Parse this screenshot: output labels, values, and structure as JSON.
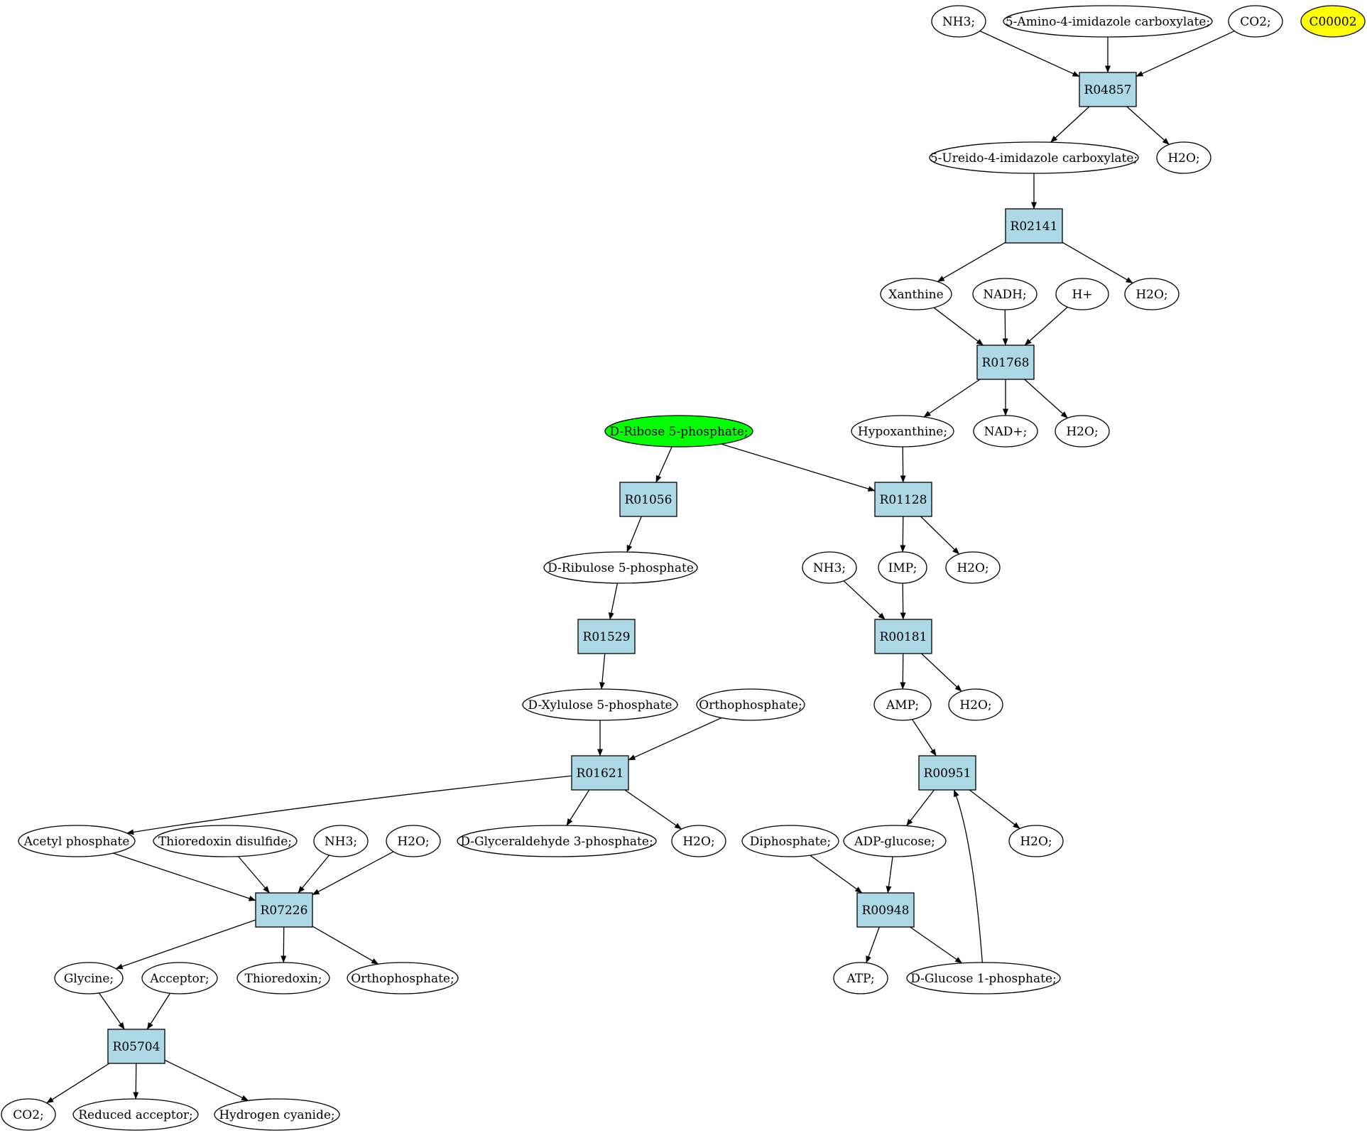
{
  "colors": {
    "reaction_fill": "#add8e6",
    "compound_fill": "#ffffff",
    "highlight_start": "#00ff00",
    "highlight_target": "#ffff00"
  },
  "reactions": [
    {
      "id": "R04857",
      "label": "R04857"
    },
    {
      "id": "R02141",
      "label": "R02141"
    },
    {
      "id": "R01768",
      "label": "R01768"
    },
    {
      "id": "R01128",
      "label": "R01128"
    },
    {
      "id": "R01056",
      "label": "R01056"
    },
    {
      "id": "R01529",
      "label": "R01529"
    },
    {
      "id": "R00181",
      "label": "R00181"
    },
    {
      "id": "R01621",
      "label": "R01621"
    },
    {
      "id": "R00951",
      "label": "R00951"
    },
    {
      "id": "R07226",
      "label": "R07226"
    },
    {
      "id": "R00948",
      "label": "R00948"
    },
    {
      "id": "R05704",
      "label": "R05704"
    }
  ],
  "compounds": [
    {
      "id": "c_nh3_a",
      "label": "NH3;"
    },
    {
      "id": "c_aic",
      "label": "5-Amino-4-imidazole carboxylate;"
    },
    {
      "id": "c_co2_a",
      "label": "CO2;"
    },
    {
      "id": "c_c00002",
      "label": "C00002",
      "fill": "#ffff00"
    },
    {
      "id": "c_uic",
      "label": "5-Ureido-4-imidazole carboxylate;"
    },
    {
      "id": "c_h2o_a",
      "label": "H2O;"
    },
    {
      "id": "c_xanthine",
      "label": "Xanthine"
    },
    {
      "id": "c_nadh",
      "label": "NADH;"
    },
    {
      "id": "c_hplus",
      "label": "H+"
    },
    {
      "id": "c_h2o_b",
      "label": "H2O;"
    },
    {
      "id": "c_hypox",
      "label": "Hypoxanthine;"
    },
    {
      "id": "c_nadp",
      "label": "NAD+;"
    },
    {
      "id": "c_h2o_c",
      "label": "H2O;"
    },
    {
      "id": "c_r5p",
      "label": "D-Ribose 5-phosphate;",
      "fill": "#00ff00"
    },
    {
      "id": "c_ru5p",
      "label": "D-Ribulose 5-phosphate"
    },
    {
      "id": "c_nh3_b",
      "label": "NH3;"
    },
    {
      "id": "c_imp",
      "label": "IMP;"
    },
    {
      "id": "c_h2o_d",
      "label": "H2O;"
    },
    {
      "id": "c_xu5p",
      "label": "D-Xylulose 5-phosphate"
    },
    {
      "id": "c_ortho_a",
      "label": "Orthophosphate;"
    },
    {
      "id": "c_amp",
      "label": "AMP;"
    },
    {
      "id": "c_h2o_e",
      "label": "H2O;"
    },
    {
      "id": "c_acetylp",
      "label": "Acetyl phosphate"
    },
    {
      "id": "c_thiodis",
      "label": "Thioredoxin disulfide;"
    },
    {
      "id": "c_nh3_c",
      "label": "NH3;"
    },
    {
      "id": "c_h2o_f",
      "label": "H2O;"
    },
    {
      "id": "c_g3p",
      "label": "D-Glyceraldehyde 3-phosphate;"
    },
    {
      "id": "c_h2o_g",
      "label": "H2O;"
    },
    {
      "id": "c_diphos",
      "label": "Diphosphate;"
    },
    {
      "id": "c_adpglc",
      "label": "ADP-glucose;"
    },
    {
      "id": "c_h2o_h",
      "label": "H2O;"
    },
    {
      "id": "c_glycine",
      "label": "Glycine;"
    },
    {
      "id": "c_acceptor",
      "label": "Acceptor;"
    },
    {
      "id": "c_thio",
      "label": "Thioredoxin;"
    },
    {
      "id": "c_ortho_b",
      "label": "Orthophosphate;"
    },
    {
      "id": "c_atp",
      "label": "ATP;"
    },
    {
      "id": "c_g1p",
      "label": "D-Glucose 1-phosphate;"
    },
    {
      "id": "c_co2_b",
      "label": "CO2;"
    },
    {
      "id": "c_redacc",
      "label": "Reduced acceptor;"
    },
    {
      "id": "c_hcn",
      "label": "Hydrogen cyanide;"
    }
  ],
  "edges": [
    [
      "c_nh3_a",
      "R04857"
    ],
    [
      "c_aic",
      "R04857"
    ],
    [
      "c_co2_a",
      "R04857"
    ],
    [
      "R04857",
      "c_uic"
    ],
    [
      "R04857",
      "c_h2o_a"
    ],
    [
      "c_uic",
      "R02141"
    ],
    [
      "R02141",
      "c_xanthine"
    ],
    [
      "R02141",
      "c_h2o_b"
    ],
    [
      "c_xanthine",
      "R01768"
    ],
    [
      "c_nadh",
      "R01768"
    ],
    [
      "c_hplus",
      "R01768"
    ],
    [
      "R01768",
      "c_hypox"
    ],
    [
      "R01768",
      "c_nadp"
    ],
    [
      "R01768",
      "c_h2o_c"
    ],
    [
      "c_hypox",
      "R01128"
    ],
    [
      "c_r5p",
      "R01128"
    ],
    [
      "c_r5p",
      "R01056"
    ],
    [
      "R01056",
      "c_ru5p"
    ],
    [
      "R01128",
      "c_imp"
    ],
    [
      "R01128",
      "c_h2o_d"
    ],
    [
      "c_ru5p",
      "R01529"
    ],
    [
      "c_nh3_b",
      "R00181"
    ],
    [
      "c_imp",
      "R00181"
    ],
    [
      "R01529",
      "c_xu5p"
    ],
    [
      "R00181",
      "c_amp"
    ],
    [
      "R00181",
      "c_h2o_e"
    ],
    [
      "c_xu5p",
      "R01621"
    ],
    [
      "c_ortho_a",
      "R01621"
    ],
    [
      "c_amp",
      "R00951"
    ],
    [
      "c_g1p",
      "R00951"
    ],
    [
      "R01621",
      "c_acetylp"
    ],
    [
      "R01621",
      "c_g3p"
    ],
    [
      "R01621",
      "c_h2o_g"
    ],
    [
      "R00951",
      "c_adpglc"
    ],
    [
      "R00951",
      "c_h2o_h"
    ],
    [
      "c_acetylp",
      "R07226"
    ],
    [
      "c_thiodis",
      "R07226"
    ],
    [
      "c_nh3_c",
      "R07226"
    ],
    [
      "c_h2o_f",
      "R07226"
    ],
    [
      "c_diphos",
      "R00948"
    ],
    [
      "c_adpglc",
      "R00948"
    ],
    [
      "R07226",
      "c_glycine"
    ],
    [
      "R07226",
      "c_thio"
    ],
    [
      "R07226",
      "c_ortho_b"
    ],
    [
      "R00948",
      "c_atp"
    ],
    [
      "R00948",
      "c_g1p"
    ],
    [
      "c_glycine",
      "R05704"
    ],
    [
      "c_acceptor",
      "R05704"
    ],
    [
      "R05704",
      "c_co2_b"
    ],
    [
      "R05704",
      "c_redacc"
    ],
    [
      "R05704",
      "c_hcn"
    ]
  ]
}
